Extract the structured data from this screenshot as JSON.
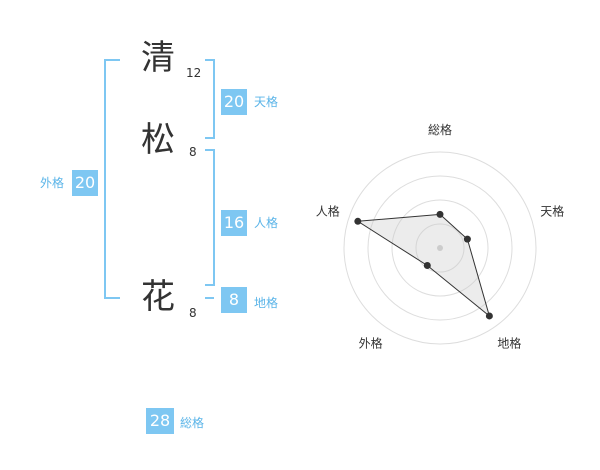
{
  "name": {
    "chars": [
      {
        "char": "清",
        "strokes": "12"
      },
      {
        "char": "松",
        "strokes": "8"
      },
      {
        "char": "花",
        "strokes": "8"
      }
    ]
  },
  "fortune": {
    "tenkaku": {
      "value": "20",
      "label": "天格"
    },
    "jinkaku": {
      "value": "16",
      "label": "人格"
    },
    "chikaku": {
      "value": "8",
      "label": "地格"
    },
    "gaikaku": {
      "value": "20",
      "label": "外格"
    },
    "soukaku": {
      "value": "28",
      "label": "総格"
    }
  },
  "chart_data": {
    "type": "radar",
    "axes": [
      "総格",
      "天格",
      "地格",
      "外格",
      "人格"
    ],
    "values": [
      1.4,
      1.2,
      3.5,
      0.9,
      3.6
    ],
    "rmax": 4,
    "rings": 4,
    "color": "#333333",
    "fill": "rgba(200,200,200,0.35)"
  }
}
